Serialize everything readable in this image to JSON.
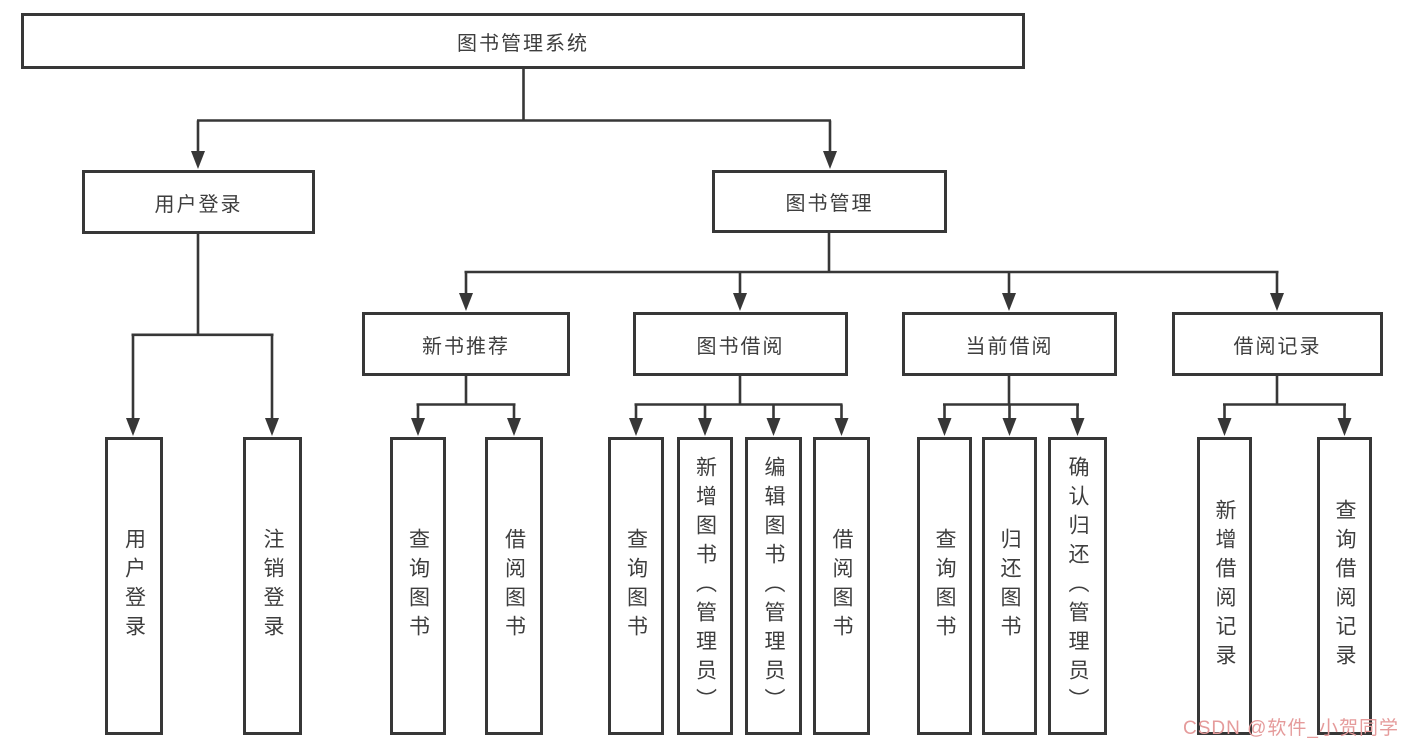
{
  "tree": {
    "root": {
      "label": "图书管理系统"
    },
    "level2": [
      {
        "label": "用户登录",
        "children": [
          {
            "label": "用户登录"
          },
          {
            "label": "注销登录"
          }
        ]
      },
      {
        "label": "图书管理",
        "sections": [
          {
            "label": "新书推荐",
            "children": [
              {
                "label": "查询图书"
              },
              {
                "label": "借阅图书"
              }
            ]
          },
          {
            "label": "图书借阅",
            "children": [
              {
                "label": "查询图书"
              },
              {
                "label": "新增图书（管理员）"
              },
              {
                "label": "编辑图书（管理员）"
              },
              {
                "label": "借阅图书"
              }
            ]
          },
          {
            "label": "当前借阅",
            "children": [
              {
                "label": "查询图书"
              },
              {
                "label": "归还图书"
              },
              {
                "label": "确认归还（管理员）"
              }
            ]
          },
          {
            "label": "借阅记录",
            "children": [
              {
                "label": "新增借阅记录"
              },
              {
                "label": "查询借阅记录"
              }
            ]
          }
        ]
      }
    ]
  },
  "watermark": {
    "text": "CSDN @软件_小贺同学"
  },
  "colors": {
    "line": "#373737",
    "text": "#3e3e3e",
    "box_background": "#ffffff",
    "watermark": "#e59b9b",
    "background": "#ffffff"
  }
}
